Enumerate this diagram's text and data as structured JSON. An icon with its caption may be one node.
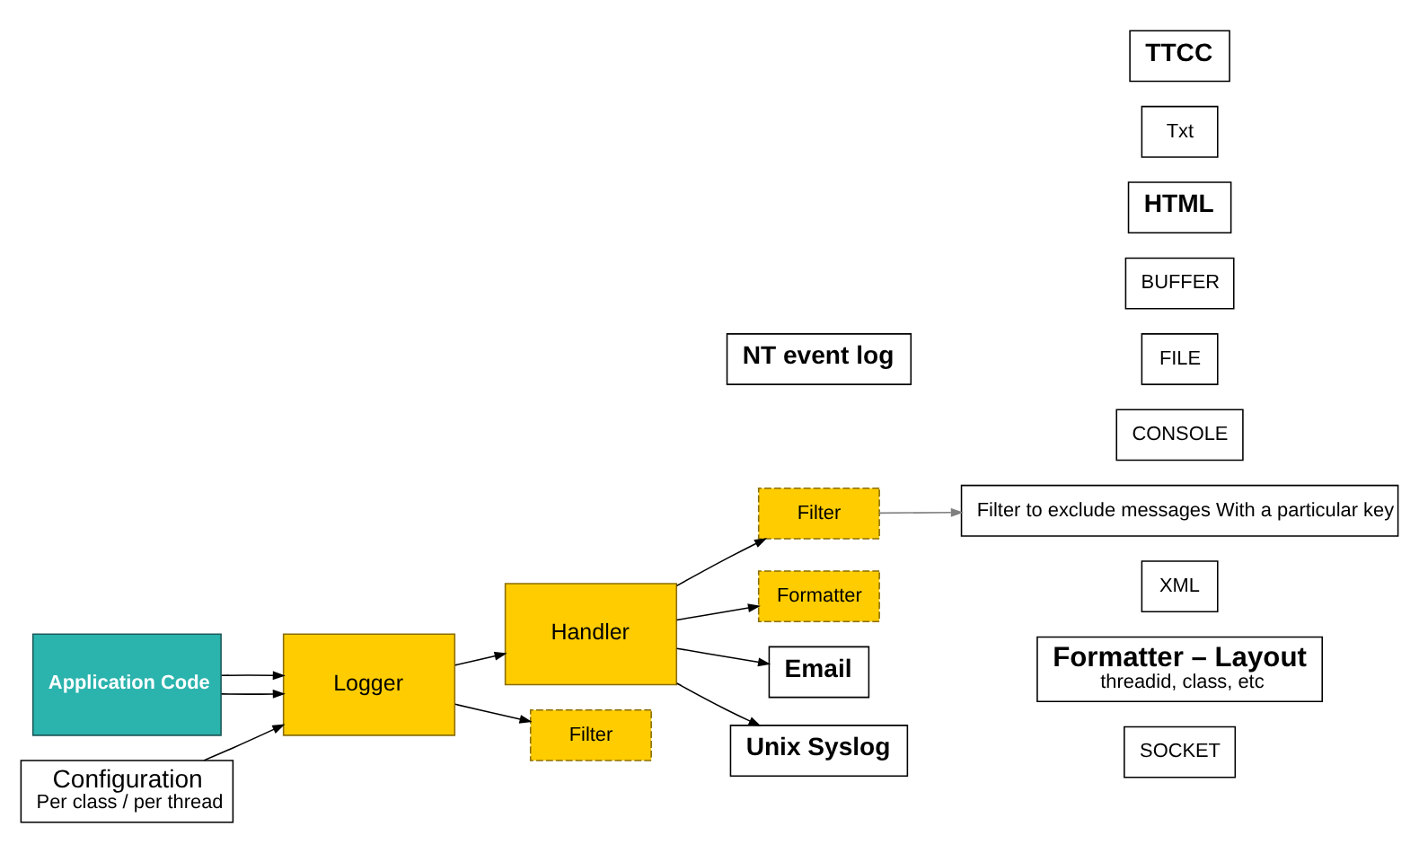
{
  "diagram": {
    "nodes": [
      {
        "text": [
          "Application Code"
        ]
      },
      {
        "text": [
          "Configuration",
          "Per class / per thread"
        ]
      },
      {
        "text": [
          "Logger"
        ]
      },
      {
        "text": [
          "Handler"
        ]
      },
      {
        "text": [
          "Filter"
        ]
      },
      {
        "text": [
          "Filter"
        ]
      },
      {
        "text": [
          "Formatter"
        ]
      },
      {
        "text": [
          "SOCKET"
        ]
      },
      {
        "text": [
          "CONSOLE"
        ]
      },
      {
        "text": [
          "FILE"
        ]
      },
      {
        "text": [
          "BUFFER"
        ]
      },
      {
        "text": [
          "Email"
        ]
      },
      {
        "text": [
          "NT event log"
        ]
      },
      {
        "text": [
          "Unix Syslog"
        ]
      },
      {
        "text": [
          "Filter to exclude messages With a particular key"
        ]
      },
      {
        "text": [
          "XML"
        ]
      },
      {
        "text": [
          "HTML"
        ]
      },
      {
        "text": [
          "Txt"
        ]
      },
      {
        "text": [
          "TTCC"
        ]
      },
      {
        "text": [
          "Formatter – Layout",
          "threadid, class, etc"
        ]
      }
    ],
    "edges": [
      {
        "from": 0,
        "to": 2,
        "arrow": "to"
      },
      {
        "from": 0,
        "to": 2,
        "arrow": "to"
      },
      {
        "from": 1,
        "to": 2,
        "arrow": "to"
      },
      {
        "from": 2,
        "to": 3,
        "arrow": "to"
      },
      {
        "from": 3,
        "to": 11,
        "arrow": "to"
      },
      {
        "from": 3,
        "to": 13,
        "arrow": "to"
      },
      {
        "from": 2,
        "to": 4,
        "arrow": "to"
      },
      {
        "from": 3,
        "to": 5,
        "arrow": "to"
      },
      {
        "from": 3,
        "to": 6,
        "arrow": "to"
      },
      {
        "from": 5,
        "to": 14,
        "arrow": "to",
        "color": "#808080"
      }
    ]
  }
}
